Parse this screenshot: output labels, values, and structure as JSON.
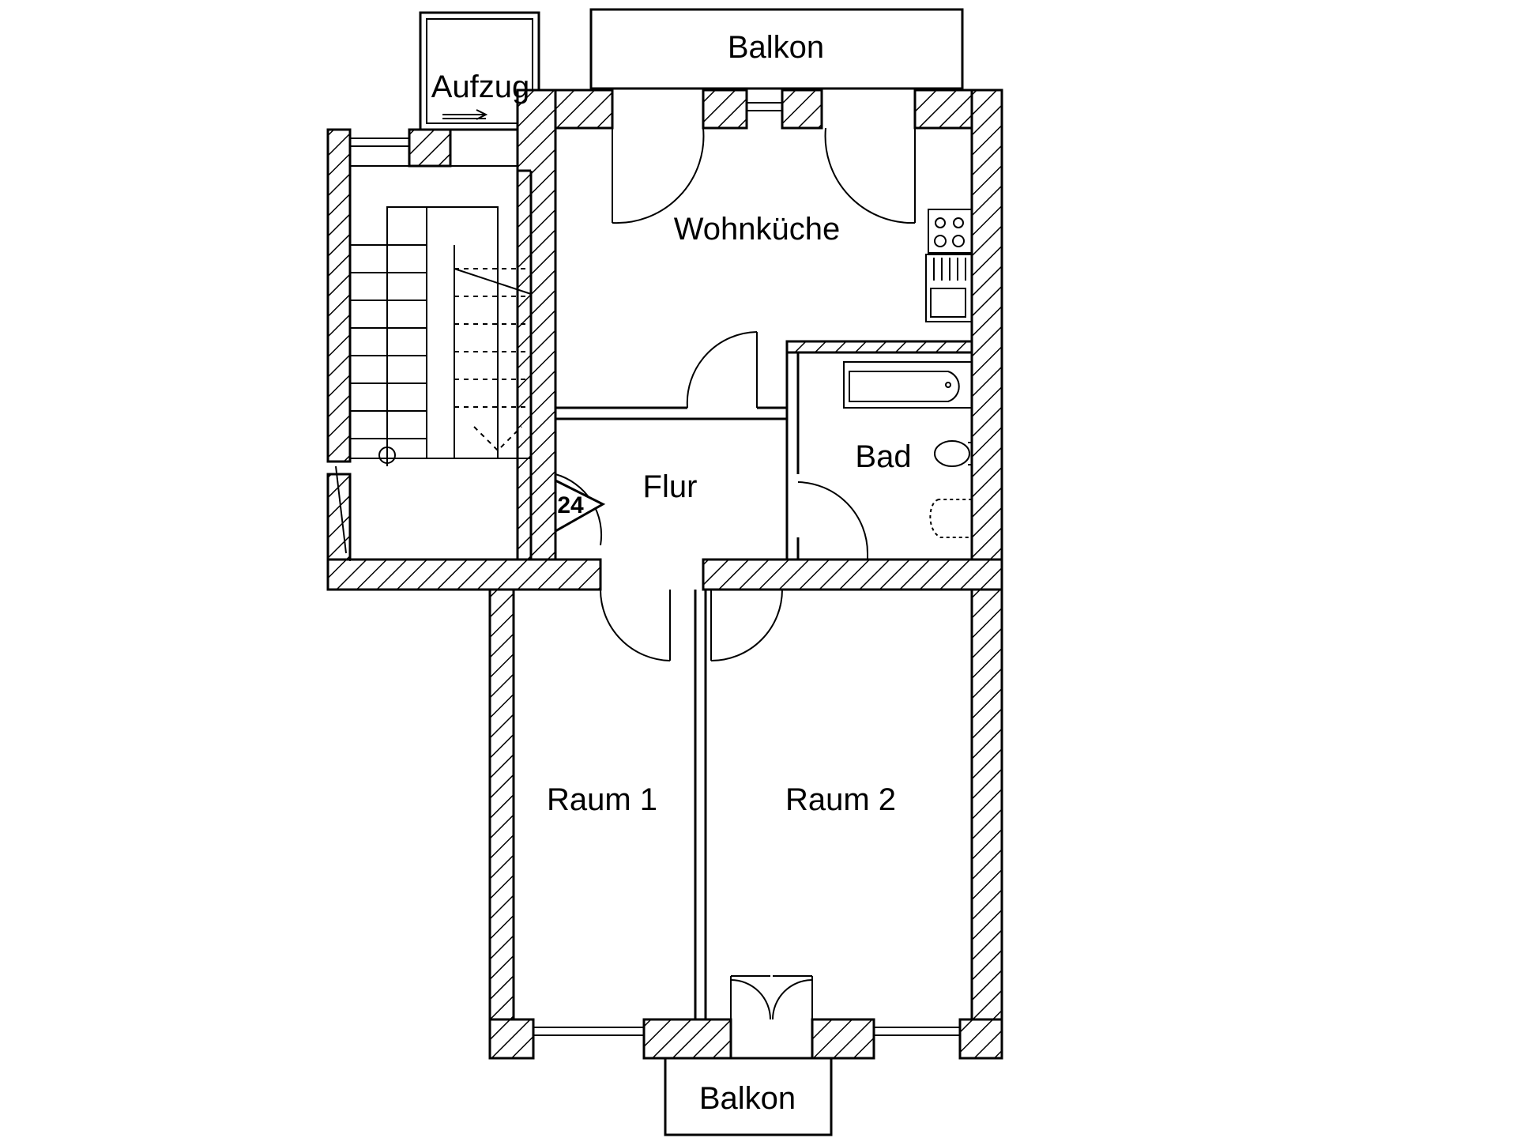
{
  "rooms": {
    "balkon_top": "Balkon",
    "aufzug": "Aufzug",
    "wohnkueche": "Wohnküche",
    "bad": "Bad",
    "flur": "Flur",
    "raum1": "Raum 1",
    "raum2": "Raum 2",
    "balkon_bottom": "Balkon"
  },
  "entrance_number": "24",
  "colors": {
    "line": "#000000",
    "background": "#ffffff"
  }
}
